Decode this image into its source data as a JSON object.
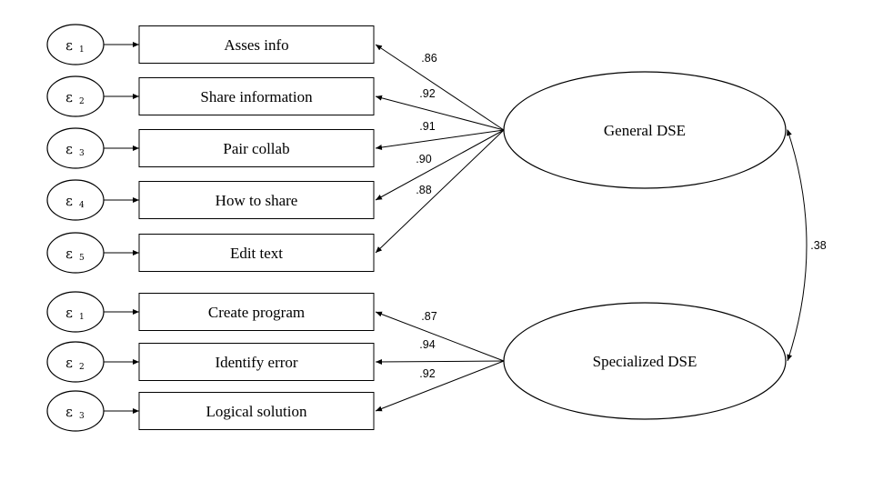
{
  "latents": {
    "general": {
      "label": "General DSE"
    },
    "specialized": {
      "label": "Specialized DSE"
    }
  },
  "correlation": {
    "value": ".38"
  },
  "general_indicators": [
    {
      "label": "Asses info",
      "loading": ".86",
      "error_symbol": "ε",
      "error_index": "1"
    },
    {
      "label": "Share information",
      "loading": ".92",
      "error_symbol": "ε",
      "error_index": "2"
    },
    {
      "label": "Pair collab",
      "loading": ".91",
      "error_symbol": "ε",
      "error_index": "3"
    },
    {
      "label": "How to share",
      "loading": ".90",
      "error_symbol": "ε",
      "error_index": "4"
    },
    {
      "label": "Edit text",
      "loading": ".88",
      "error_symbol": "ε",
      "error_index": "5"
    }
  ],
  "specialized_indicators": [
    {
      "label": "Create program",
      "loading": ".87",
      "error_symbol": "ε",
      "error_index": "1"
    },
    {
      "label": "Identify error",
      "loading": ".94",
      "error_symbol": "ε",
      "error_index": "2"
    },
    {
      "label": "Logical solution",
      "loading": ".92",
      "error_symbol": "ε",
      "error_index": "3"
    }
  ]
}
